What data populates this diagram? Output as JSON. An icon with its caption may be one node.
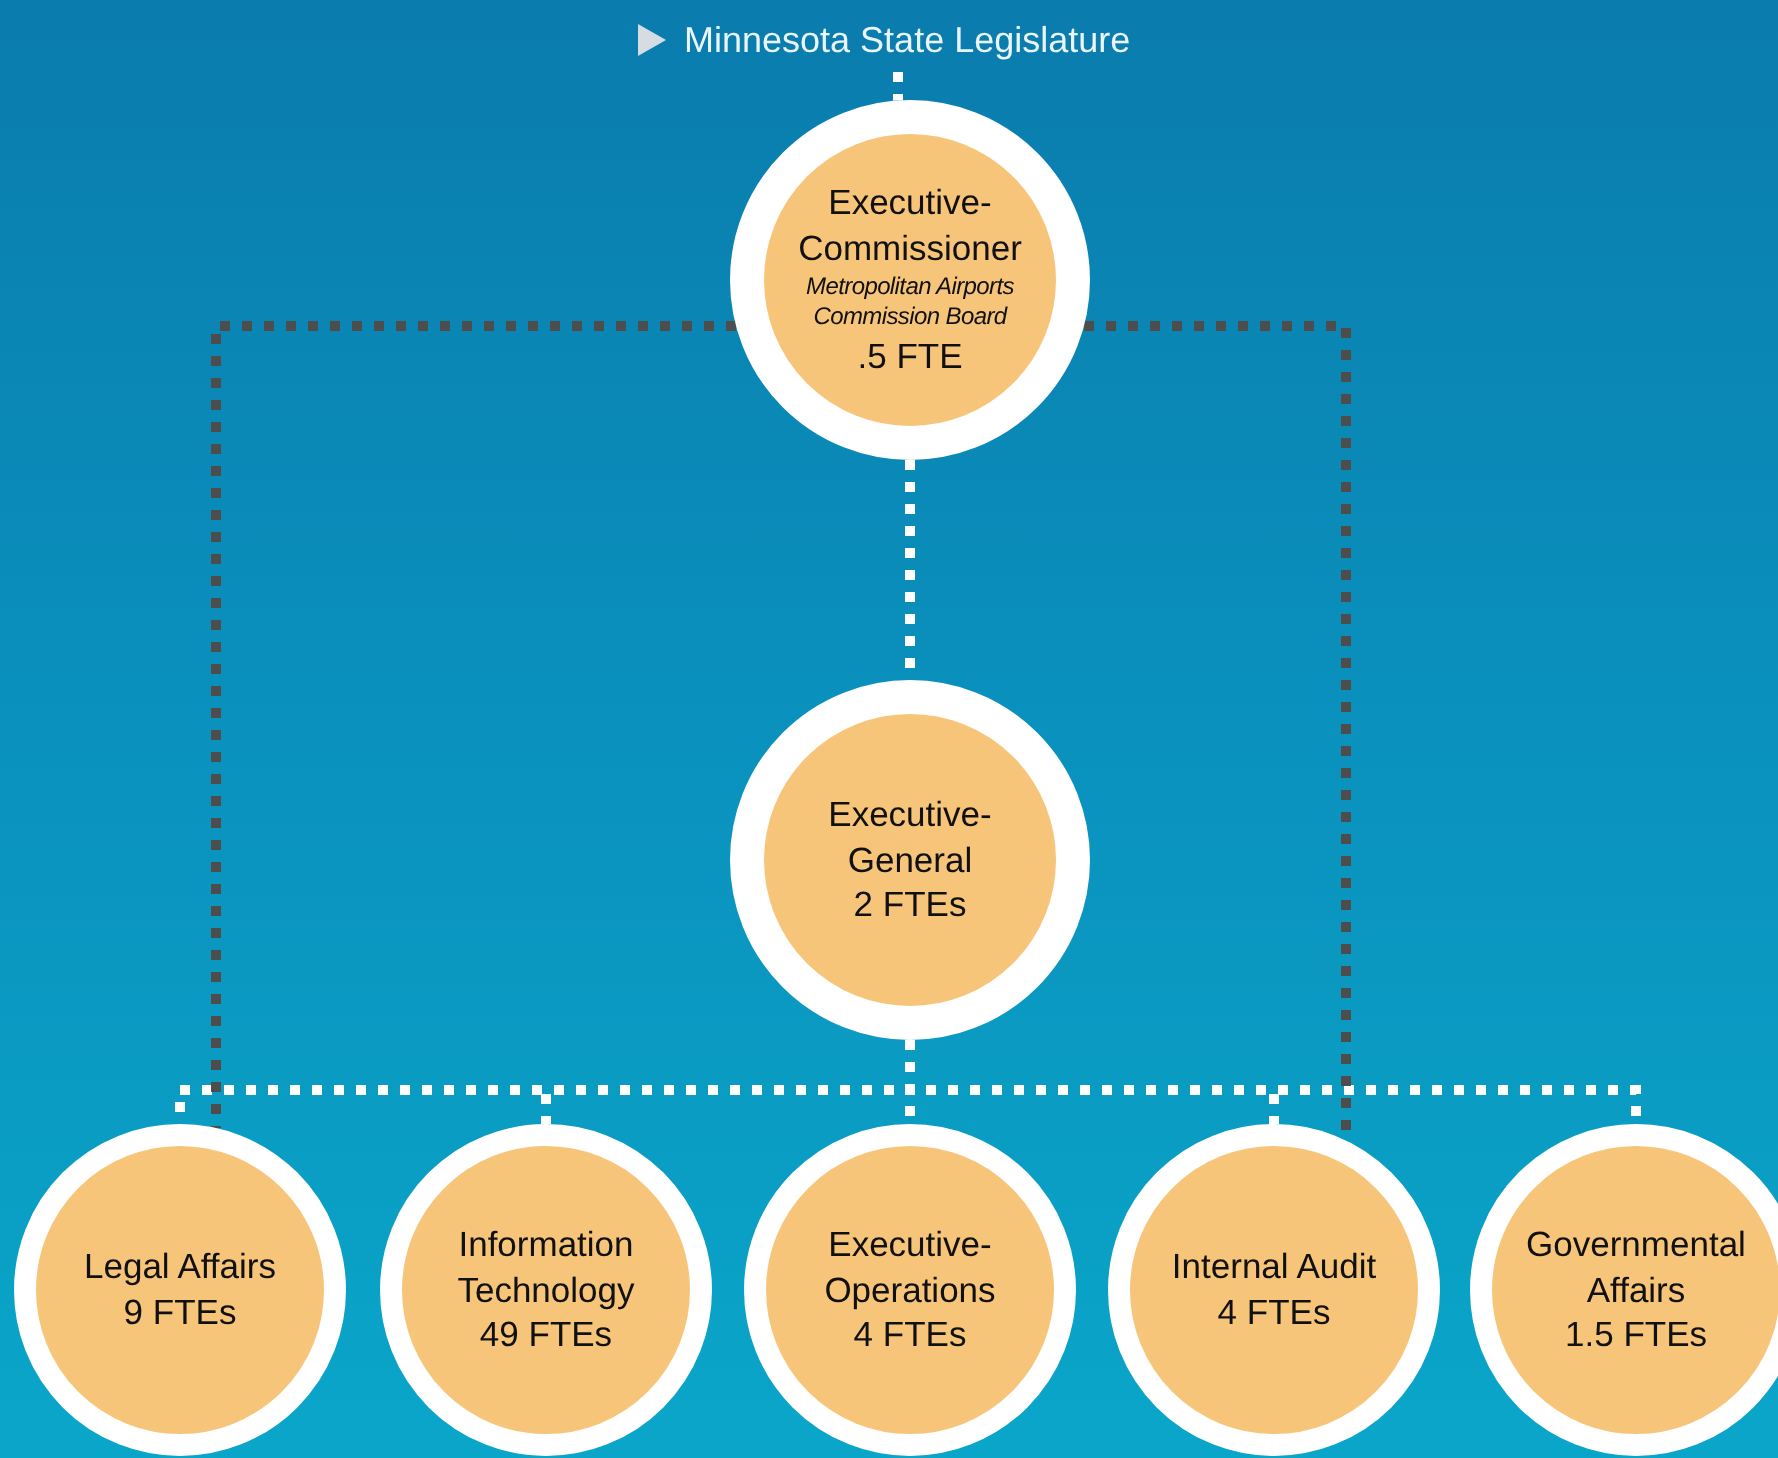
{
  "diagram": {
    "nodes": [
      {
        "text": [
          "Minnesota State Legislature"
        ]
      },
      {
        "text": [
          "Executive-Commissioner",
          "Metropolitan Airports Commission Board",
          ".5 FTE"
        ]
      },
      {
        "text": [
          "Executive-General",
          "2 FTEs"
        ]
      },
      {
        "text": [
          "Legal Affairs",
          "9 FTEs"
        ]
      },
      {
        "text": [
          "Information Technology",
          "49 FTEs"
        ]
      },
      {
        "text": [
          "Executive-Operations",
          "4 FTEs"
        ]
      },
      {
        "text": [
          "Internal Audit",
          "4 FTEs"
        ]
      },
      {
        "text": [
          "Governmental Affairs",
          "1.5 FTEs"
        ]
      }
    ],
    "edges": [
      {
        "from": 0,
        "to": 1,
        "arrow": "none",
        "style": "dashed"
      },
      {
        "from": 1,
        "to": 2,
        "arrow": "none",
        "style": "dashed"
      },
      {
        "from": 2,
        "to": 3,
        "arrow": "none",
        "style": "dashed"
      },
      {
        "from": 2,
        "to": 4,
        "arrow": "none",
        "style": "dashed"
      },
      {
        "from": 2,
        "to": 5,
        "arrow": "none",
        "style": "dashed"
      },
      {
        "from": 2,
        "to": 6,
        "arrow": "none",
        "style": "dashed"
      },
      {
        "from": 2,
        "to": 7,
        "arrow": "none",
        "style": "dashed"
      },
      {
        "from": 1,
        "to": 3,
        "arrow": "none",
        "style": "dashed",
        "color": "#4d4d4d"
      },
      {
        "from": 1,
        "to": 6,
        "arrow": "none",
        "style": "dashed",
        "color": "#4d4d4d"
      }
    ]
  }
}
